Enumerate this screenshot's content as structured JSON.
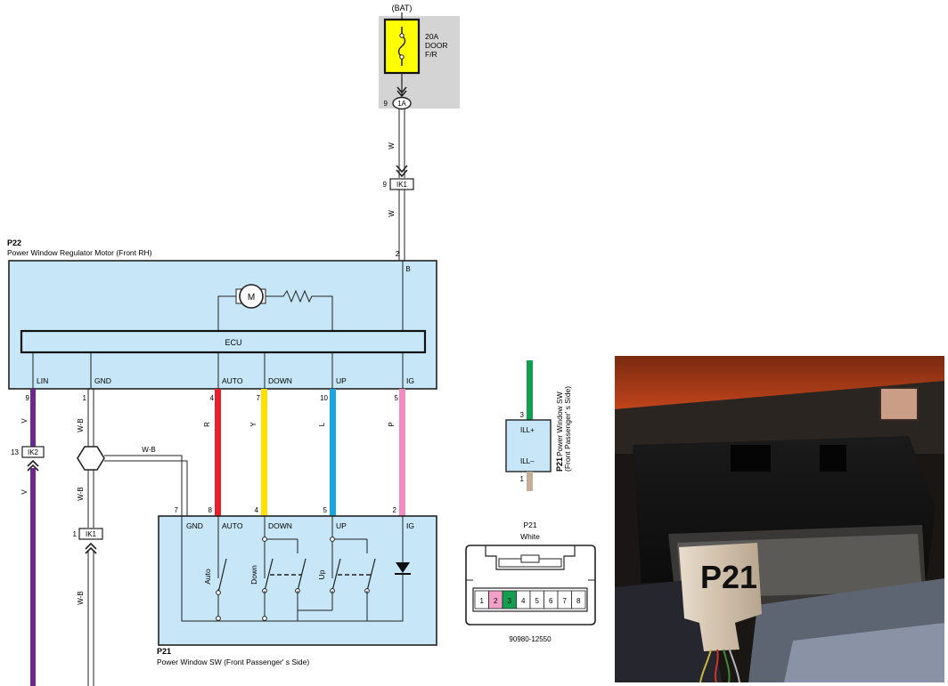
{
  "fuse": {
    "source": "(BAT)",
    "rating": "20A",
    "name_line1": "DOOR",
    "name_line2": "F/R",
    "conn_pin": "9",
    "conn_name": "1A"
  },
  "wires_top": {
    "w1": "W",
    "ik1_pin": "9",
    "ik1_name": "IK1",
    "w2": "W"
  },
  "motor": {
    "code": "P22",
    "title": "Power Window Regulator Motor (Front RH)",
    "b_pin": "2",
    "b_label": "B",
    "motor_symbol": "M",
    "ecu_label": "ECU",
    "terminals": [
      {
        "label": "LIN",
        "pin": "9",
        "wire": "V"
      },
      {
        "label": "GND",
        "pin": "1",
        "wire": "W-B"
      },
      {
        "label": "AUTO",
        "pin": "4",
        "wire": "R"
      },
      {
        "label": "DOWN",
        "pin": "7",
        "wire": "Y"
      },
      {
        "label": "UP",
        "pin": "10",
        "wire": "L"
      },
      {
        "label": "IG",
        "pin": "5",
        "wire": "P"
      }
    ]
  },
  "harness": {
    "ik2_pin": "13",
    "ik2_name": "IK2",
    "v_lower": "V",
    "wb_branch": "W-B",
    "wb_lower": "W-B",
    "ik1_pin": "1",
    "ik1_name": "IK1",
    "wb_bottom": "W-B"
  },
  "switch": {
    "code": "P21",
    "title": "Power Window SW (Front Passenger' s Side)",
    "terminals": [
      {
        "label": "GND",
        "pin": "7"
      },
      {
        "label": "AUTO",
        "pin": "8"
      },
      {
        "label": "DOWN",
        "pin": "4"
      },
      {
        "label": "UP",
        "pin": "5"
      },
      {
        "label": "IG",
        "pin": "2"
      }
    ],
    "sw_auto": "Auto",
    "sw_down": "Down",
    "sw_up": "Up"
  },
  "illum": {
    "pin_top": "3",
    "pin_bottom": "1",
    "ill_plus": "ILL+",
    "ill_minus": "ILL–",
    "code": "P21",
    "line1": "Power Window SW",
    "line2": "(Front Passenger' s Side)"
  },
  "connector": {
    "code": "P21",
    "color": "White",
    "pins": [
      "1",
      "2",
      "3",
      "4",
      "5",
      "6",
      "7",
      "8"
    ],
    "part_no": "90980-12550"
  },
  "photo": {
    "label": "P21"
  },
  "colors": {
    "box_fill": "#c7e7f8",
    "fuse_yellow": "#ffff00",
    "shade": "#d4d4d4",
    "wire_V": "#6a2a8c",
    "wire_R": "#e8202a",
    "wire_Y": "#ffe000",
    "wire_L": "#1aa7e0",
    "wire_P": "#f08cc0",
    "wire_G": "#12a050",
    "wire_tan": "#c4ae98",
    "pin_pink": "#f2a0c8",
    "pin_green": "#12a050"
  }
}
